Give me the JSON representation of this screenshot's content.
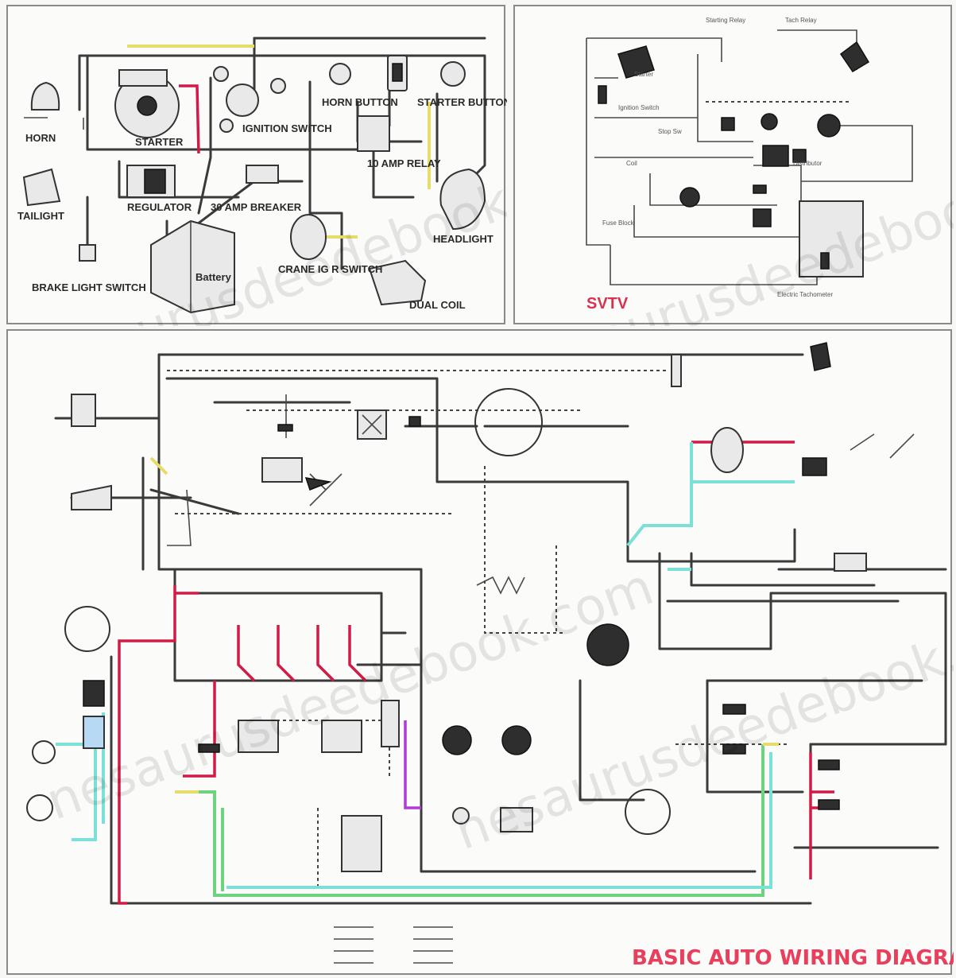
{
  "top_left_labels": {
    "horn": "HORN",
    "starter": "STARTER",
    "ignition_switch": "IGNITION SWITCH",
    "horn_button": "HORN BUTTON",
    "starter_button": "STARTER BUTTON",
    "relay": "10 AMP RELAY",
    "taillight": "TAILIGHT",
    "regulator": "REGULATOR",
    "breaker": "30 AMP BREAKER",
    "headlight": "HEADLIGHT",
    "brake_light_switch": "BRAKE LIGHT SWITCH",
    "battery": "Battery",
    "crank_switch": "CRANE IG R SWITCH",
    "dual_coil": "DUAL COIL"
  },
  "top_right": {
    "svtv": "SVTV"
  },
  "title": "BASIC AUTO WIRING DIAGRAM",
  "watermark": "nesaurusdeedebook.com",
  "colors": {
    "red_wire": "#d11b46",
    "green_wire": "#6fd27e",
    "cyan_wire": "#7be0d6",
    "yellow_wire": "#e6dc6a",
    "purple_wire": "#b23ad6",
    "title_color": "#e8405c"
  }
}
